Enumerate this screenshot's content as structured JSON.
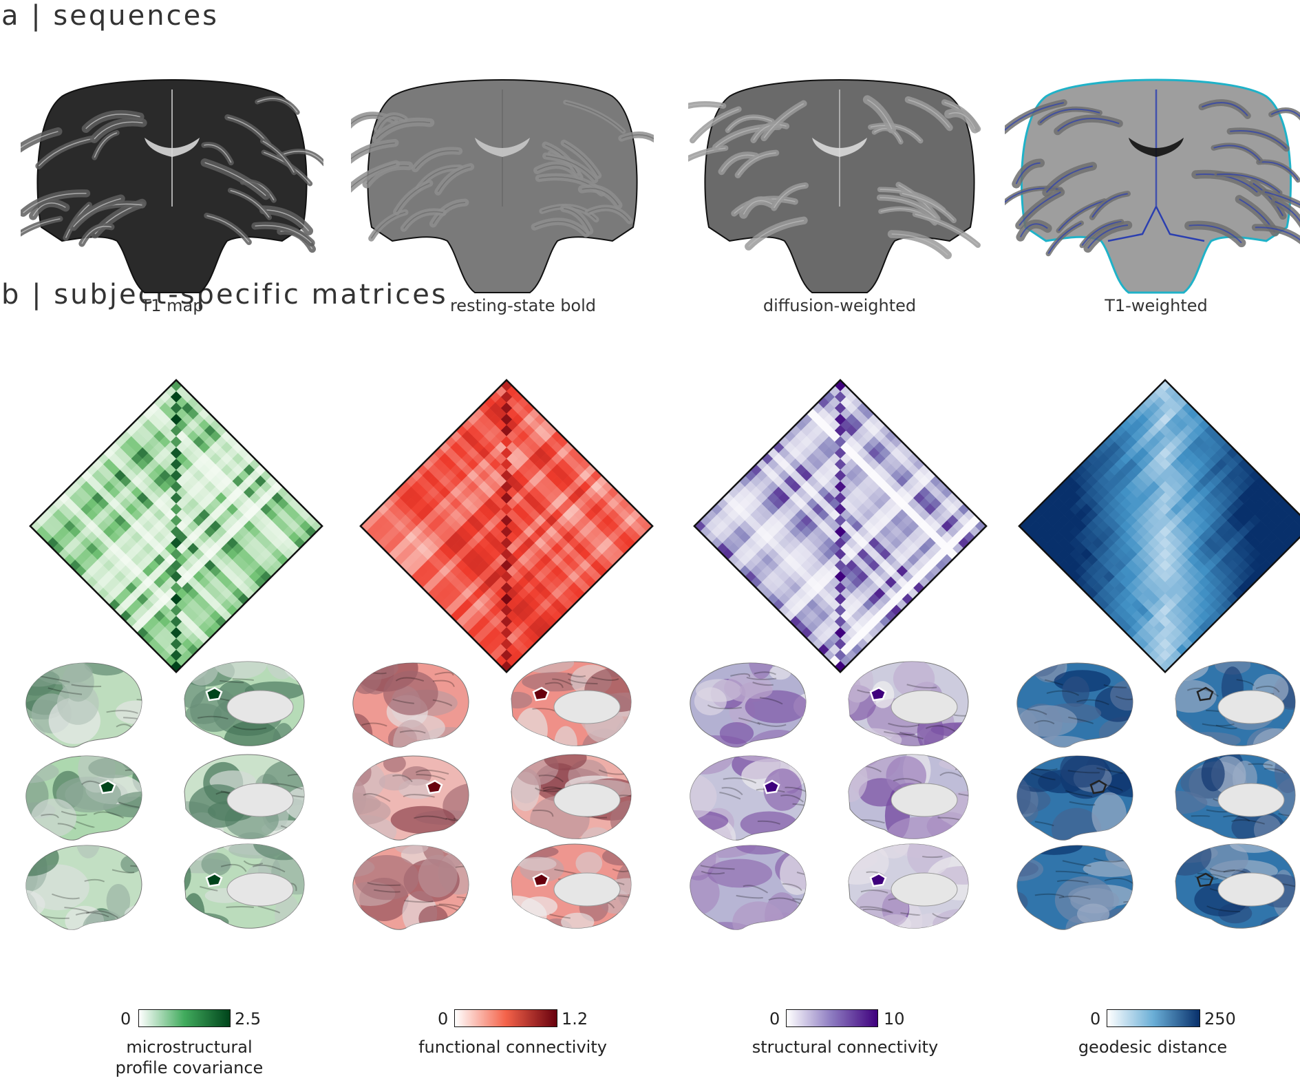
{
  "section_a": {
    "title": "a | sequences"
  },
  "section_b": {
    "title": "b | subject-specific matrices"
  },
  "scans": [
    {
      "label": "T1 map",
      "style": "t1map"
    },
    {
      "label": "resting-state bold",
      "style": "bold"
    },
    {
      "label": "diffusion-weighted",
      "style": "dwi"
    },
    {
      "label": "T1-weighted",
      "style": "t1w"
    }
  ],
  "columns": [
    {
      "id": "mpc",
      "color_light": "#f7fcf5",
      "color_dark": "#00441b",
      "color_mid": "#74c476",
      "cbar_min": "0",
      "cbar_max": "2.5",
      "label_lines": [
        "microstructural",
        "profile covariance"
      ],
      "seed_outline": "#ffffff"
    },
    {
      "id": "fc",
      "color_light": "#fff5f0",
      "color_dark": "#67000d",
      "color_mid": "#ef3b2c",
      "cbar_min": "0",
      "cbar_max": "1.2",
      "label_lines": [
        "functional connectivity"
      ],
      "seed_outline": "#ffffff"
    },
    {
      "id": "sc",
      "color_light": "#fcfbfd",
      "color_dark": "#3f007d",
      "color_mid": "#807dba",
      "cbar_min": "0",
      "cbar_max": "10",
      "label_lines": [
        "structural connectivity"
      ],
      "seed_outline": "#ffffff"
    },
    {
      "id": "gd",
      "color_light": "#f7fbff",
      "color_dark": "#08306b",
      "color_mid": "#4292c6",
      "cbar_min": "0",
      "cbar_max": "250",
      "label_lines": [
        "geodesic distance"
      ],
      "seed_outline": "#222222"
    }
  ]
}
